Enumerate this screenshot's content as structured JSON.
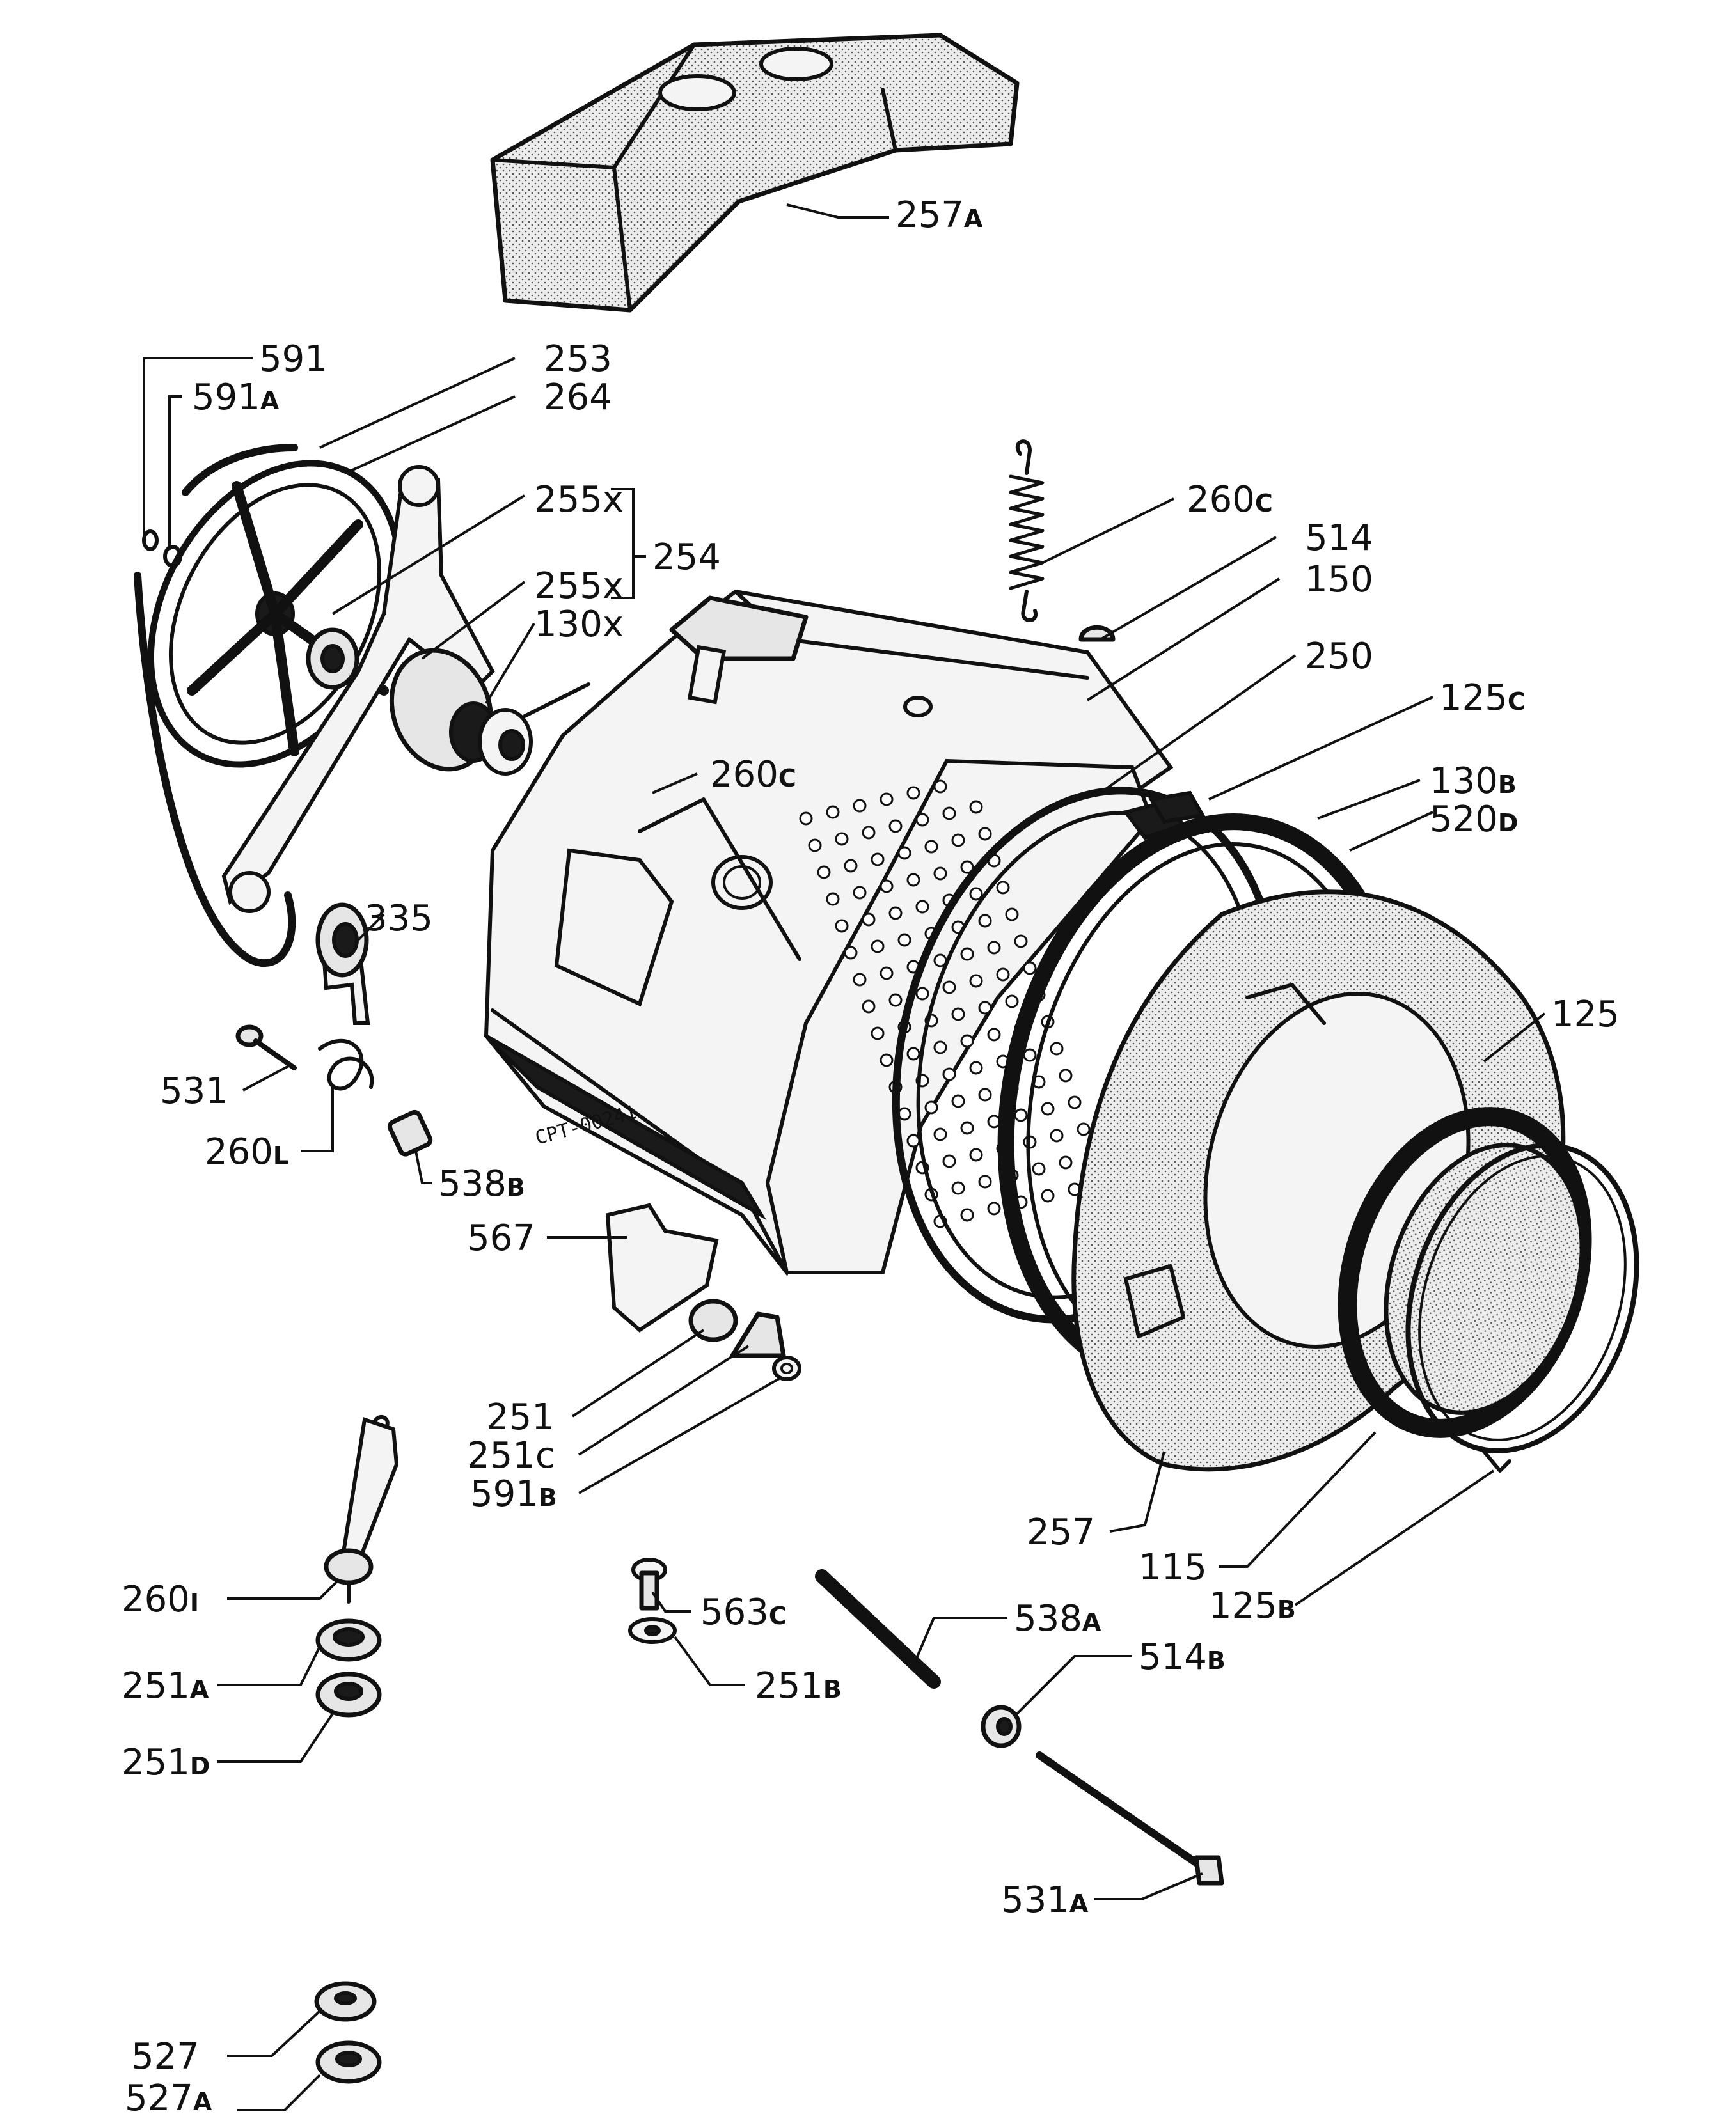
{
  "diagram": {
    "stamp_text": "CPT-00241",
    "callouts": [
      {
        "id": "257a",
        "num": "257",
        "suffix": "A"
      },
      {
        "id": "591",
        "num": "591",
        "suffix": ""
      },
      {
        "id": "591a",
        "num": "591",
        "suffix": "A"
      },
      {
        "id": "253",
        "num": "253",
        "suffix": ""
      },
      {
        "id": "264",
        "num": "264",
        "suffix": ""
      },
      {
        "id": "255x-1",
        "num": "255x",
        "suffix": ""
      },
      {
        "id": "254",
        "num": "254",
        "suffix": ""
      },
      {
        "id": "255x-2",
        "num": "255x",
        "suffix": ""
      },
      {
        "id": "130x",
        "num": "130x",
        "suffix": ""
      },
      {
        "id": "260c-1",
        "num": "260",
        "suffix": "C"
      },
      {
        "id": "514",
        "num": "514",
        "suffix": ""
      },
      {
        "id": "150",
        "num": "150",
        "suffix": ""
      },
      {
        "id": "250",
        "num": "250",
        "suffix": ""
      },
      {
        "id": "125c",
        "num": "125",
        "suffix": "C"
      },
      {
        "id": "260c-2",
        "num": "260",
        "suffix": "C"
      },
      {
        "id": "130b",
        "num": "130",
        "suffix": "B"
      },
      {
        "id": "520d",
        "num": "520",
        "suffix": "D"
      },
      {
        "id": "335",
        "num": "335",
        "suffix": ""
      },
      {
        "id": "125",
        "num": "125",
        "suffix": ""
      },
      {
        "id": "531",
        "num": "531",
        "suffix": ""
      },
      {
        "id": "260l",
        "num": "260",
        "suffix": "L"
      },
      {
        "id": "538b",
        "num": "538",
        "suffix": "B"
      },
      {
        "id": "567",
        "num": "567",
        "suffix": ""
      },
      {
        "id": "251",
        "num": "251",
        "suffix": ""
      },
      {
        "id": "251c",
        "num": "251c",
        "suffix": ""
      },
      {
        "id": "591b",
        "num": "591",
        "suffix": "B"
      },
      {
        "id": "257",
        "num": "257",
        "suffix": ""
      },
      {
        "id": "115",
        "num": "115",
        "suffix": ""
      },
      {
        "id": "125b",
        "num": "125",
        "suffix": "B"
      },
      {
        "id": "260i",
        "num": "260",
        "suffix": "I"
      },
      {
        "id": "563c",
        "num": "563",
        "suffix": "C"
      },
      {
        "id": "538a",
        "num": "538",
        "suffix": "A"
      },
      {
        "id": "251a",
        "num": "251",
        "suffix": "A"
      },
      {
        "id": "251b",
        "num": "251",
        "suffix": "B"
      },
      {
        "id": "514b",
        "num": "514",
        "suffix": "B"
      },
      {
        "id": "251d",
        "num": "251",
        "suffix": "D"
      },
      {
        "id": "531a",
        "num": "531",
        "suffix": "A"
      },
      {
        "id": "527",
        "num": "527",
        "suffix": ""
      },
      {
        "id": "527a",
        "num": "527",
        "suffix": "A"
      }
    ]
  }
}
